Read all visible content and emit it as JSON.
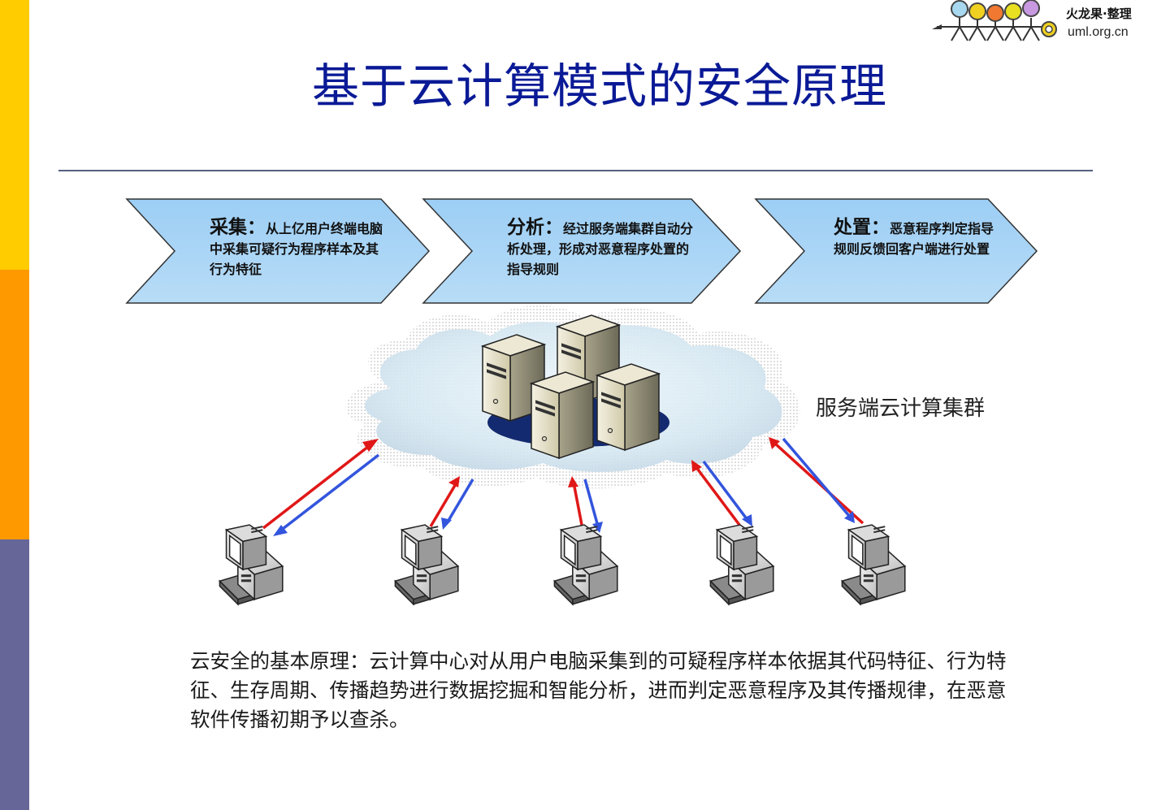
{
  "logo": {
    "name": "火龙果·整理",
    "url": "uml.org.cn"
  },
  "title": "基于云计算模式的安全原理",
  "stages": [
    {
      "head": "采集：",
      "body": "从上亿用户终端电脑中采集可疑行为程序样本及其行为特征"
    },
    {
      "head": "分析：",
      "body": "经过服务端集群自动分析处理，形成对恶意程序处置的指导规则"
    },
    {
      "head": "处置：",
      "body": "恶意程序判定指导规则反馈回客户端进行处置"
    }
  ],
  "cloud": {
    "label": "服务端云计算集群"
  },
  "principle": {
    "label": "云安全的基本原理：",
    "text": "云计算中心对从用户电脑采集到的可疑程序样本依据其代码特征、行为特征、生存周期、传播趋势进行数据挖掘和智能分析，进而判定恶意程序及其传播规律，在恶意软件传播初期予以查杀。"
  },
  "colors": {
    "title": "#0a1a96",
    "chevron_fill": "#a8d4f5",
    "upload_arrow": "#e01818",
    "download_arrow": "#3355dd",
    "sidebar": [
      "#ffcc00",
      "#ff9900",
      "#666699"
    ]
  }
}
